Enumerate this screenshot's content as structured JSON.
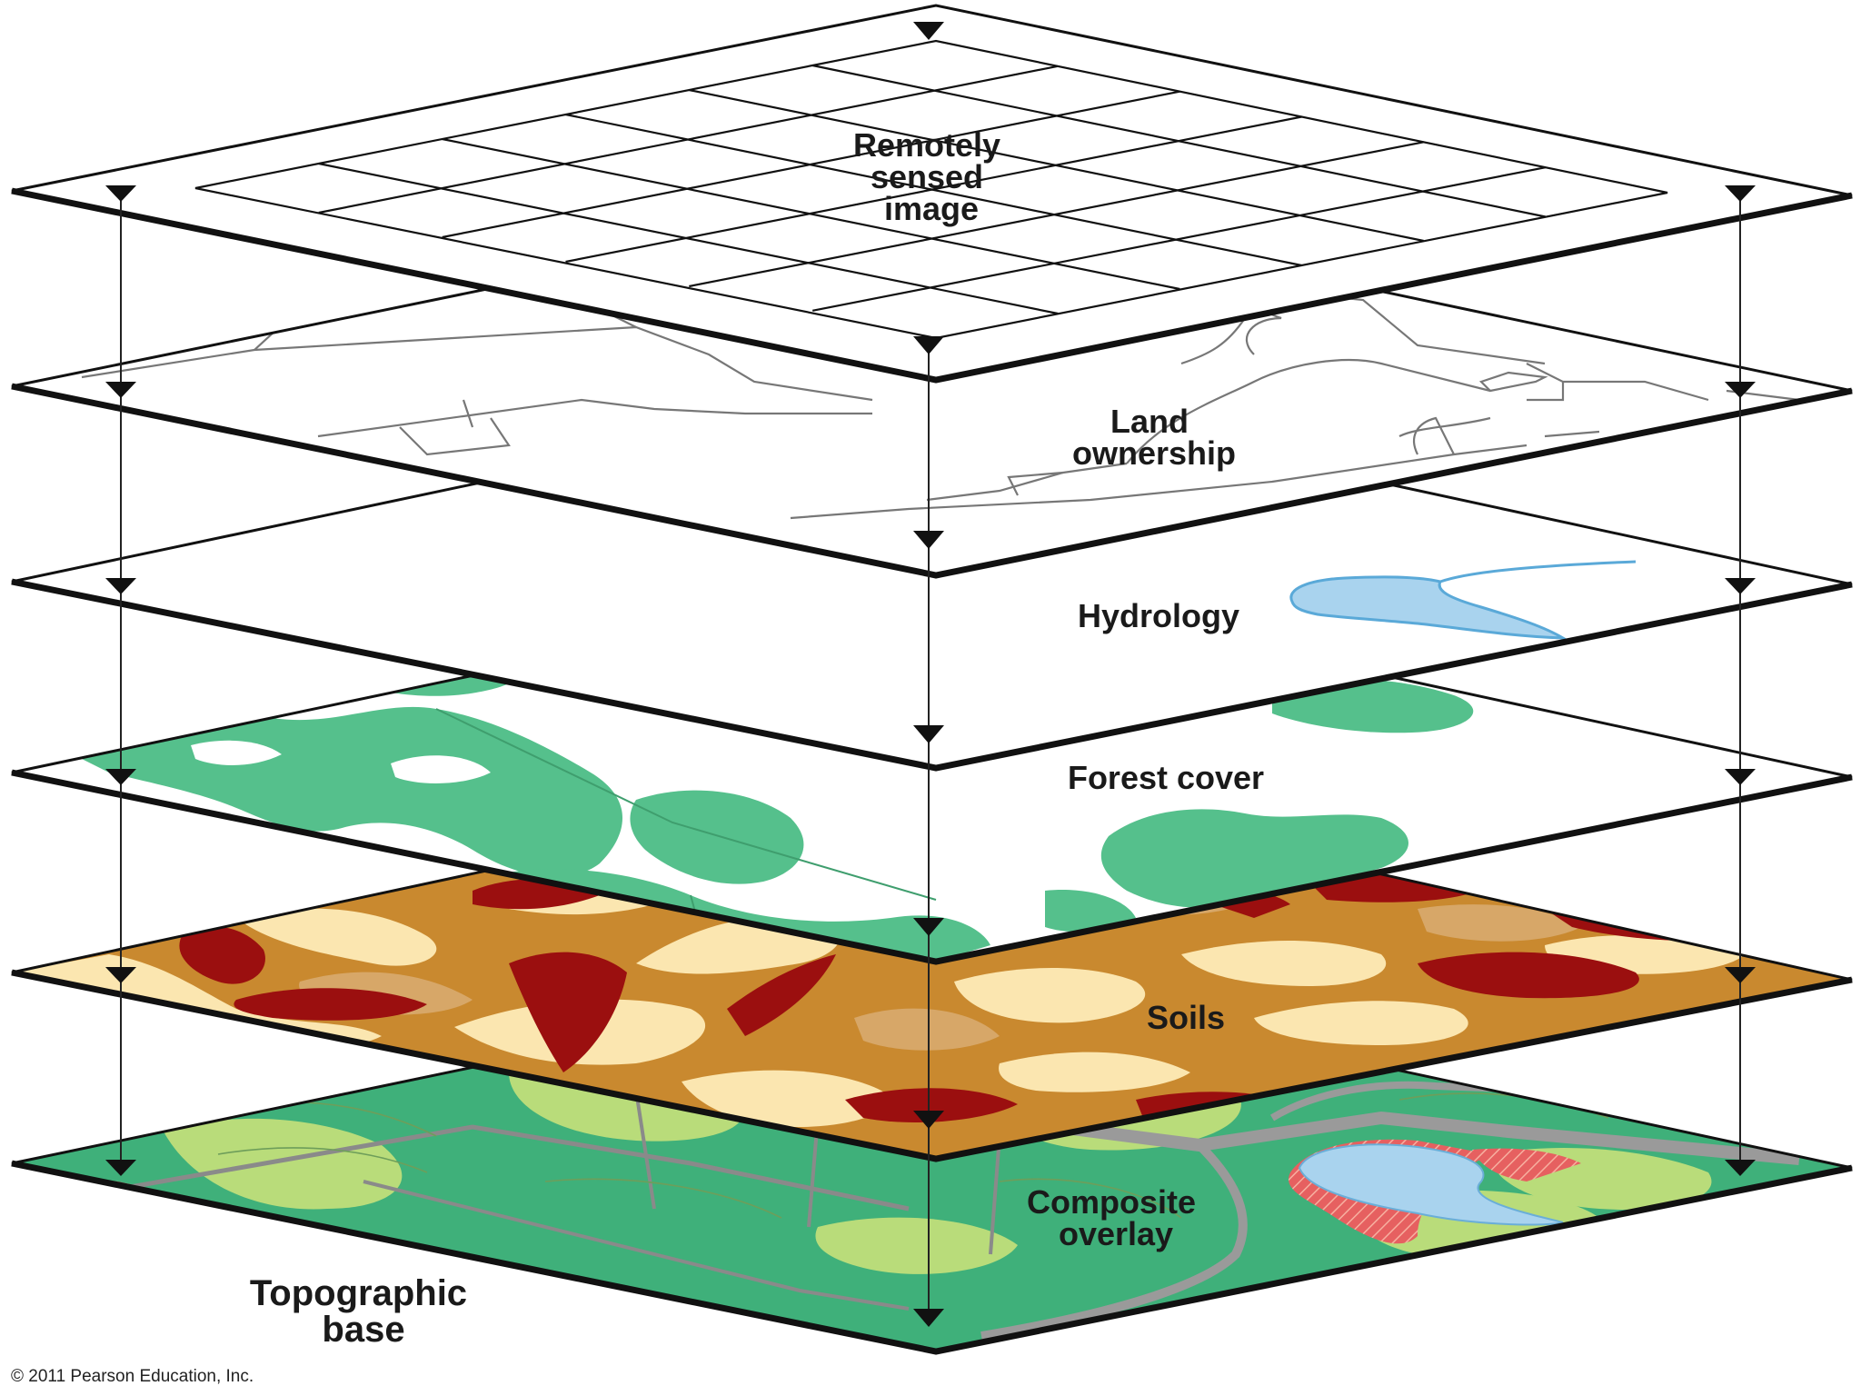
{
  "layers": [
    {
      "id": "remotely-sensed-image",
      "label": [
        "Remotely",
        "sensed",
        "image"
      ]
    },
    {
      "id": "land-ownership",
      "label": [
        "Land",
        "ownership"
      ]
    },
    {
      "id": "hydrology",
      "label": [
        "Hydrology"
      ]
    },
    {
      "id": "forest-cover",
      "label": [
        "Forest cover"
      ]
    },
    {
      "id": "soils",
      "label": [
        "Soils"
      ]
    },
    {
      "id": "composite-overlay",
      "label": [
        "Composite",
        "overlay"
      ]
    }
  ],
  "topographic_base": [
    "Topographic",
    "base"
  ],
  "copyright": "© 2011 Pearson Education, Inc.",
  "colors": {
    "forest": "#55c08c",
    "water": "#a9d3ee",
    "water_edge": "#5aa9d8",
    "soil_tan": "#c9892f",
    "soil_red": "#9b0f0f",
    "soil_cream": "#fbe6b0",
    "soil_light": "#d7a768",
    "composite_green": "#3fb07a",
    "composite_light": "#b9dc7a",
    "road_gray": "#9a9a9a",
    "hatch_red": "#e66060"
  }
}
